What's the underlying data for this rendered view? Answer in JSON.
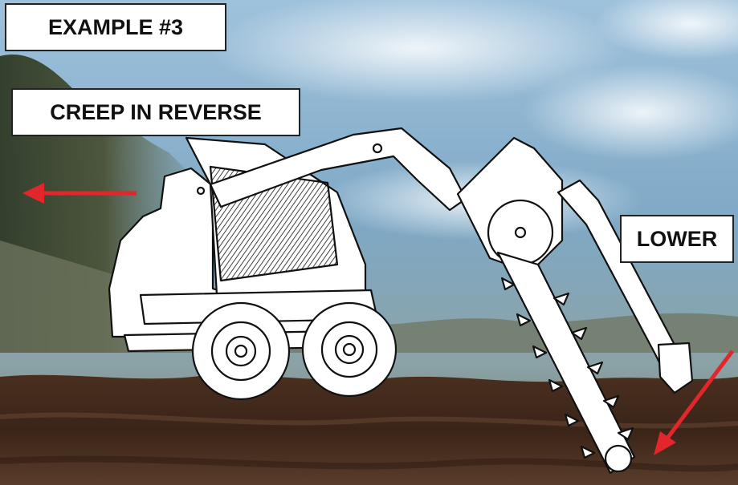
{
  "labels": {
    "example": "EXAMPLE #3",
    "action": "CREEP IN REVERSE",
    "boom": "LOWER"
  },
  "illustration": {
    "subject": "skid-steer-trencher",
    "arrow_color": "#e2262b",
    "soil_color": "#3a2418",
    "sky_color": "#7fa9c6"
  }
}
